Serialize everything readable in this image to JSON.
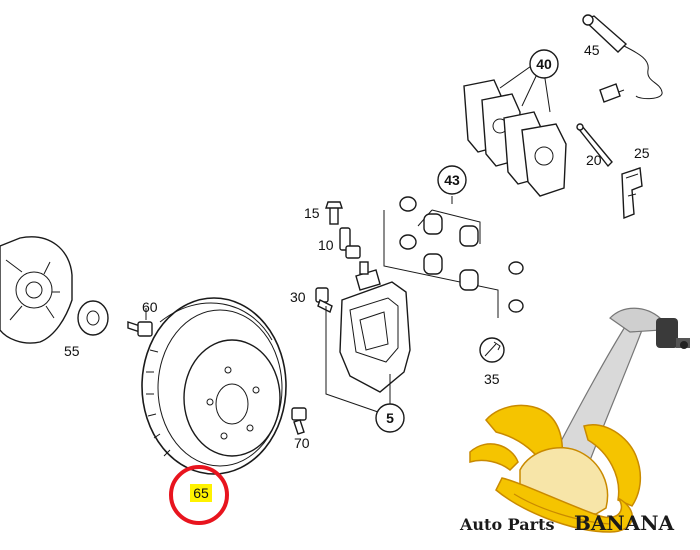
{
  "diagram": {
    "labels": {
      "p45": "45",
      "p40": "40",
      "p20": "20",
      "p25": "25",
      "p43": "43",
      "p15": "15",
      "p10": "10",
      "p60": "60",
      "p30": "30",
      "p55": "55",
      "p35": "35",
      "p5": "5",
      "p70": "70",
      "p65": "65"
    },
    "highlighted_part": "65",
    "colors": {
      "highlight_circle": "#e8141e",
      "highlight_fill": "#fff200",
      "banana_yellow": "#f5c400",
      "banana_dark": "#c98a00",
      "arm_silver": "#d9d9d9"
    }
  },
  "brand": {
    "prefix": "Auto Parts",
    "name": "BANANA"
  }
}
